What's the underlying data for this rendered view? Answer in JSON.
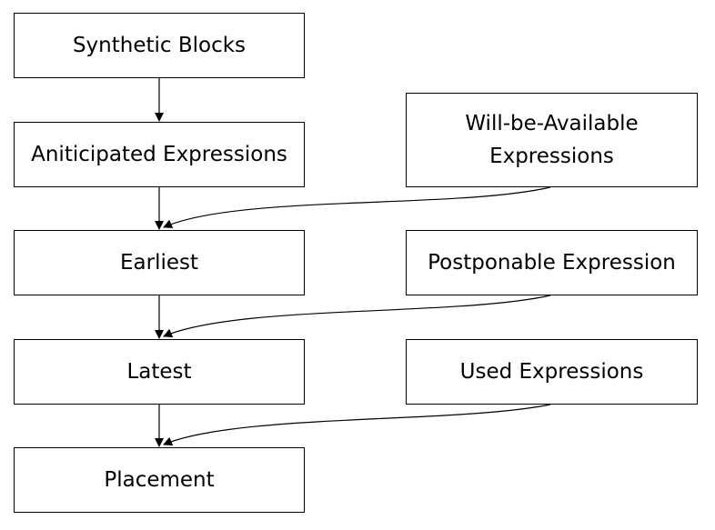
{
  "diagram": {
    "nodes": {
      "synthetic_blocks": "Synthetic Blocks",
      "anticipated_expressions": "Aniticipated Expressions",
      "earliest": "Earliest",
      "latest": "Latest",
      "placement": "Placement",
      "will_be_available_line1": "Will-be-Available",
      "will_be_available_line2": "Expressions",
      "postponable_expression": "Postponable Expression",
      "used_expressions": "Used Expressions"
    },
    "edges": [
      {
        "from": "synthetic_blocks",
        "to": "anticipated_expressions"
      },
      {
        "from": "anticipated_expressions",
        "to": "earliest"
      },
      {
        "from": "will_be_available",
        "to": "earliest"
      },
      {
        "from": "earliest",
        "to": "latest"
      },
      {
        "from": "postponable_expression",
        "to": "latest"
      },
      {
        "from": "latest",
        "to": "placement"
      },
      {
        "from": "used_expressions",
        "to": "placement"
      }
    ],
    "colors": {
      "stroke": "#000000",
      "background": "#ffffff"
    }
  }
}
